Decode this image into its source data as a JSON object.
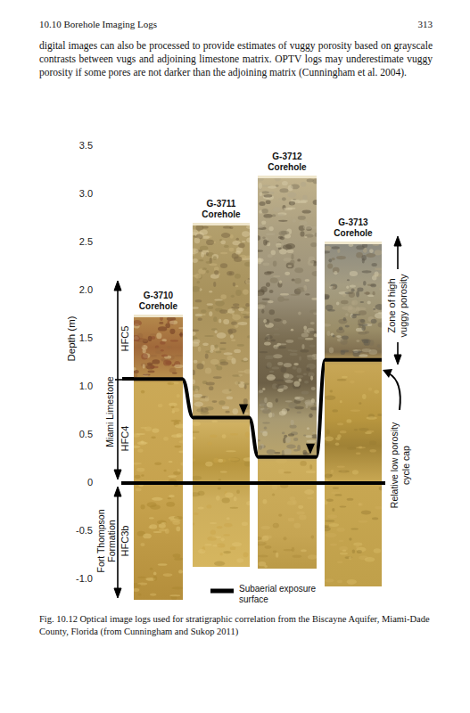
{
  "diagram": {
    "caption": "Fig. 10.12 Optical image logs used for stratigraphic correlation from the Biscayne Aquifer, Miami-Dade County, Florida (from Cunningham and Sukop 2011)",
    "nodes": [
      {
        "text": [
          "G-3710 Corehole"
        ]
      },
      {
        "text": [
          "G-3711 Corehole"
        ]
      },
      {
        "text": [
          "G-3712 Corehole"
        ]
      },
      {
        "text": [
          "G-3713 Corehole"
        ]
      }
    ],
    "edges": [
      {
        "from": 0,
        "to": 1,
        "arrow": "none"
      },
      {
        "from": 1,
        "to": 2,
        "arrow": "none"
      },
      {
        "from": 2,
        "to": 3,
        "arrow": "none"
      }
    ],
    "labels": [
      "10.10 Borehole Imaging Logs",
      "313",
      "digital images can also be processed to provide estimates of vuggy porosity based on grayscale contrasts between vugs and adjoining limestone matrix. OPTV logs may underestimate vuggy porosity if some pores are not darker than the adjoining matrix (Cunningham et al. 2004).",
      "3.5",
      "3.0",
      "2.5",
      "2.0",
      "1.5",
      "1.0",
      "0.5",
      "0",
      "-0.5",
      "-1.0",
      "Depth (m)",
      "Miami Limestone",
      "HFC5",
      "HFC4",
      "Fort Thompson Formation",
      "HFC3b",
      "Zone of high vuggy porosity",
      "Relative low porosity cycle cap"
    ],
    "legend": [
      {
        "text": "Subaerial exposure surface"
      }
    ]
  }
}
